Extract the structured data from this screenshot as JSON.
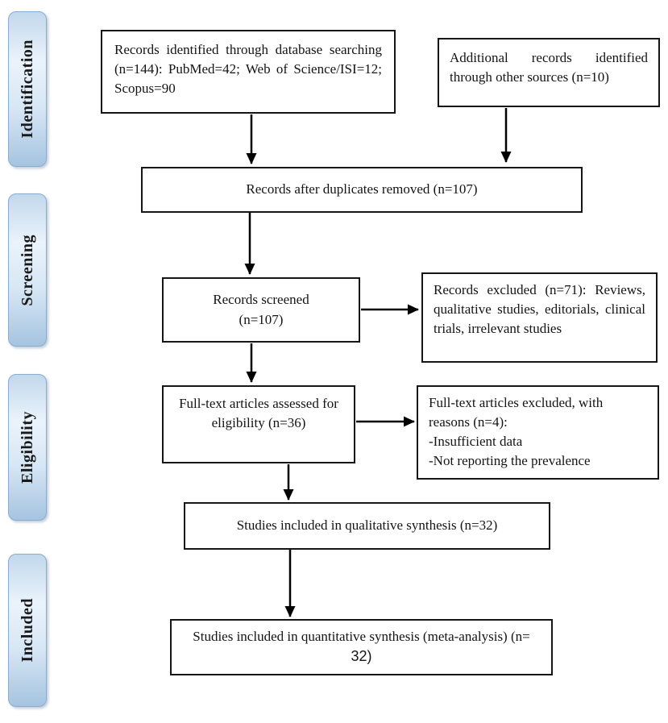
{
  "stages": [
    {
      "label": "Identification"
    },
    {
      "label": "Screening"
    },
    {
      "label": "Eligibility"
    },
    {
      "label": "Included"
    }
  ],
  "boxes": {
    "identified": "Records identified through database searching (n=144): PubMed=42; Web of Science/ISI=12; Scopus=90",
    "additional": "Additional records identified through other sources (n=10)",
    "duplicates_removed": "Records after duplicates removed (n=107)",
    "screened_line1": "Records screened",
    "screened_line2": "(n=107)",
    "records_excluded": "Records excluded (n=71): Reviews, qualitative studies, editorials, clinical trials, irrelevant studies",
    "fulltext_assessed": "Full-text articles assessed for eligibility (n=36)",
    "fulltext_excluded_intro": "Full-text articles excluded, with reasons (n=4):",
    "fulltext_excluded_reason1": "-Insufficient data",
    "fulltext_excluded_reason2": "-Not reporting the prevalence",
    "qualitative": "Studies included in qualitative synthesis (n=32)",
    "quantitative_prefix": "Studies included in quantitative synthesis (meta-analysis) (n=",
    "quantitative_n": "32)"
  },
  "colors": {
    "stage_border": "#8aaccf",
    "stage_fill_top": "#c2d8ec",
    "stage_fill_light": "#eaf3fb",
    "stage_fill_mid": "#d7e7f5",
    "stage_fill_bottom": "#a5c4e0",
    "box_border": "#161616",
    "arrow": "#000000"
  }
}
